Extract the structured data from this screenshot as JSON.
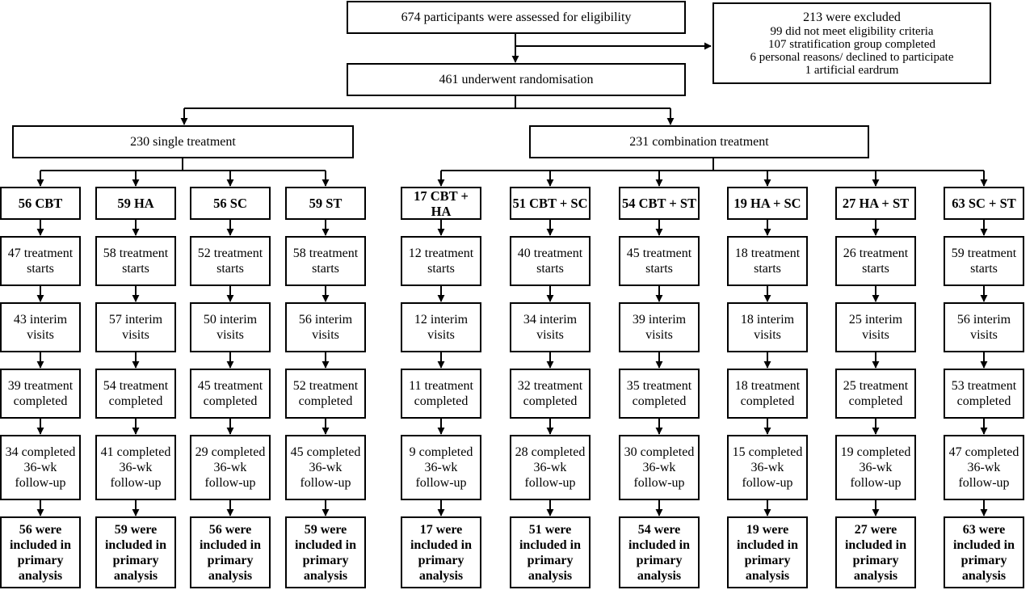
{
  "assessed": "674 participants were assessed for eligibility",
  "excluded": {
    "title": "213 were excluded",
    "reasons": [
      "99 did not meet eligibility criteria",
      "107 stratification group completed",
      "6 personal reasons/ declined to participate",
      "1 artificial eardrum"
    ]
  },
  "randomised": "461 underwent randomisation",
  "groups": [
    {
      "label": "230 single treatment",
      "arms": [
        {
          "name": "56 CBT",
          "starts": [
            "47 treatment",
            "starts"
          ],
          "interim": [
            "43 interim",
            "visits"
          ],
          "completed": [
            "39 treatment",
            "completed"
          ],
          "followup": [
            "34 completed",
            "36-wk",
            "follow-up"
          ],
          "analysis": [
            "56 were",
            "included in",
            "primary",
            "analysis"
          ]
        },
        {
          "name": "59 HA",
          "starts": [
            "58 treatment",
            "starts"
          ],
          "interim": [
            "57 interim",
            "visits"
          ],
          "completed": [
            "54 treatment",
            "completed"
          ],
          "followup": [
            "41 completed",
            "36-wk",
            "follow-up"
          ],
          "analysis": [
            "59 were",
            "included in",
            "primary",
            "analysis"
          ]
        },
        {
          "name": "56 SC",
          "starts": [
            "52 treatment",
            "starts"
          ],
          "interim": [
            "50 interim",
            "visits"
          ],
          "completed": [
            "45 treatment",
            "completed"
          ],
          "followup": [
            "29 completed",
            "36-wk",
            "follow-up"
          ],
          "analysis": [
            "56 were",
            "included in",
            "primary",
            "analysis"
          ]
        },
        {
          "name": "59 ST",
          "starts": [
            "58 treatment",
            "starts"
          ],
          "interim": [
            "56 interim",
            "visits"
          ],
          "completed": [
            "52 treatment",
            "completed"
          ],
          "followup": [
            "45 completed",
            "36-wk",
            "follow-up"
          ],
          "analysis": [
            "59 were",
            "included in",
            "primary",
            "analysis"
          ]
        }
      ]
    },
    {
      "label": "231 combination treatment",
      "arms": [
        {
          "name": "17 CBT + HA",
          "starts": [
            "12 treatment",
            "starts"
          ],
          "interim": [
            "12 interim",
            "visits"
          ],
          "completed": [
            "11 treatment",
            "completed"
          ],
          "followup": [
            "9 completed",
            "36-wk",
            "follow-up"
          ],
          "analysis": [
            "17 were",
            "included in",
            "primary",
            "analysis"
          ]
        },
        {
          "name": "51 CBT + SC",
          "starts": [
            "40 treatment",
            "starts"
          ],
          "interim": [
            "34 interim",
            "visits"
          ],
          "completed": [
            "32 treatment",
            "completed"
          ],
          "followup": [
            "28 completed",
            "36-wk",
            "follow-up"
          ],
          "analysis": [
            "51 were",
            "included in",
            "primary",
            "analysis"
          ]
        },
        {
          "name": "54 CBT + ST",
          "starts": [
            "45 treatment",
            "starts"
          ],
          "interim": [
            "39 interim",
            "visits"
          ],
          "completed": [
            "35 treatment",
            "completed"
          ],
          "followup": [
            "30 completed",
            "36-wk",
            "follow-up"
          ],
          "analysis": [
            "54 were",
            "included in",
            "primary",
            "analysis"
          ]
        },
        {
          "name": "19 HA + SC",
          "starts": [
            "18 treatment",
            "starts"
          ],
          "interim": [
            "18 interim",
            "visits"
          ],
          "completed": [
            "18 treatment",
            "completed"
          ],
          "followup": [
            "15 completed",
            "36-wk",
            "follow-up"
          ],
          "analysis": [
            "19 were",
            "included in",
            "primary",
            "analysis"
          ]
        },
        {
          "name": "27 HA + ST",
          "starts": [
            "26 treatment",
            "starts"
          ],
          "interim": [
            "25 interim",
            "visits"
          ],
          "completed": [
            "25 treatment",
            "completed"
          ],
          "followup": [
            "19 completed",
            "36-wk",
            "follow-up"
          ],
          "analysis": [
            "27 were",
            "included in",
            "primary",
            "analysis"
          ]
        },
        {
          "name": "63 SC + ST",
          "starts": [
            "59 treatment",
            "starts"
          ],
          "interim": [
            "56 interim",
            "visits"
          ],
          "completed": [
            "53 treatment",
            "completed"
          ],
          "followup": [
            "47 completed",
            "36-wk",
            "follow-up"
          ],
          "analysis": [
            "63 were",
            "included in",
            "primary",
            "analysis"
          ]
        }
      ]
    }
  ]
}
